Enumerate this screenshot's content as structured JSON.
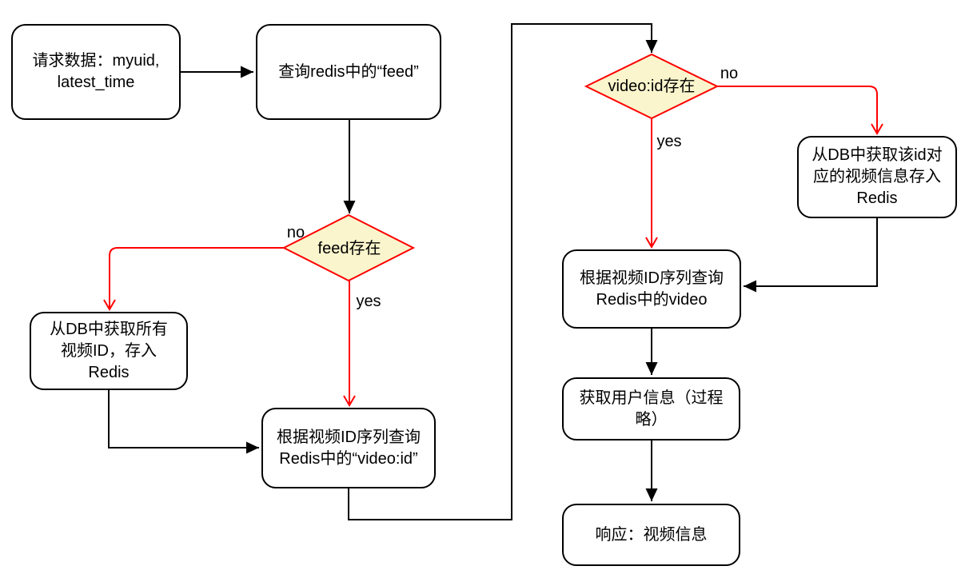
{
  "colors": {
    "background": "#ffffff",
    "node_fill": "#ffffff",
    "node_border": "#000000",
    "line": "#000000",
    "branch_line": "#ff0000",
    "decision_fill": "#faf5cc",
    "decision_border": "#ff0000",
    "text": "#000000"
  },
  "nodes": {
    "request": {
      "label": "请求数据：myuid,\nlatest_time"
    },
    "query_feed": {
      "label": "查询redis中的“feed”"
    },
    "feed_exists": {
      "label": "feed存在"
    },
    "db_all_ids": {
      "label": "从DB中获取所有\n视频ID，存入\nRedis"
    },
    "query_video_id": {
      "label": "根据视频ID序列查询\nRedis中的“video:id”"
    },
    "video_id_exists": {
      "label": "video:id存在"
    },
    "db_video_info": {
      "label": "从DB中获取该id对\n应的视频信息存入\nRedis"
    },
    "query_video": {
      "label": "根据视频ID序列查询\nRedis中的video"
    },
    "get_user_info": {
      "label": "获取用户信息（过程\n略）"
    },
    "response": {
      "label": "响应：视频信息"
    }
  },
  "edge_labels": {
    "feed_no": "no",
    "feed_yes": "yes",
    "video_no": "no",
    "video_yes": "yes"
  }
}
